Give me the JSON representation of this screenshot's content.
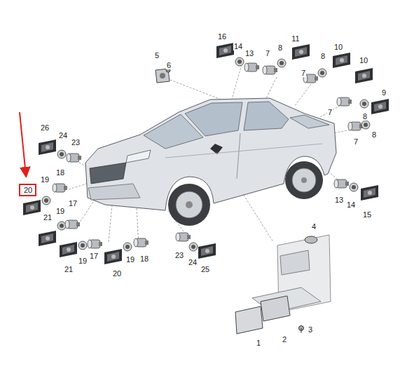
{
  "diagram": {
    "nodes": [
      {
        "text": [
          "20"
        ]
      }
    ],
    "labels": [
      "16",
      "14",
      "13",
      "7",
      "8",
      "11",
      "5",
      "6",
      "7",
      "8",
      "10",
      "10",
      "9",
      "7",
      "8",
      "8",
      "7",
      "26",
      "24",
      "23",
      "18",
      "19",
      "19",
      "17",
      "21",
      "21",
      "19",
      "17",
      "20",
      "19",
      "18",
      "23",
      "24",
      "25",
      "13",
      "14",
      "15",
      "4",
      "3",
      "2",
      "1"
    ]
  }
}
